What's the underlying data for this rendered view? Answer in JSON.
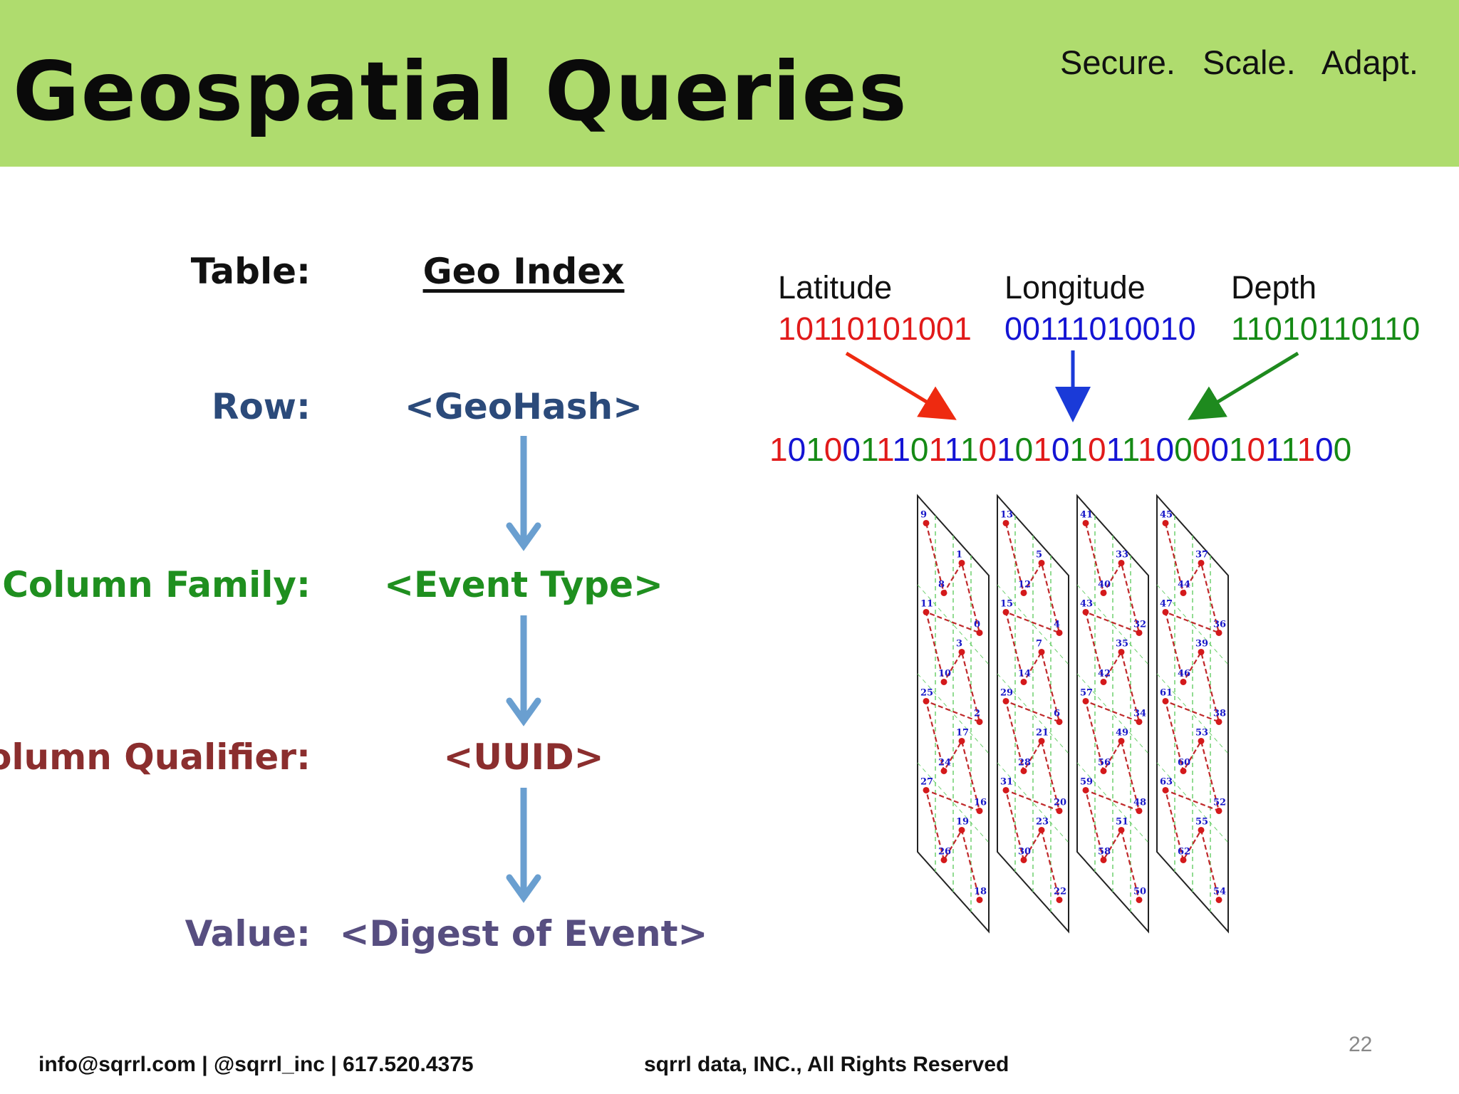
{
  "header": {
    "title": "Geospatial  Queries",
    "taglines": [
      "Secure.",
      "Scale.",
      "Adapt."
    ],
    "background": "#afdc6e"
  },
  "schema": {
    "table_label": "Table:",
    "table_value": "Geo Index",
    "row_label": "Row:",
    "row_value": "<GeoHash>",
    "cf_label": "Column Family:",
    "cf_value": "<Event Type>",
    "cq_label": "Column Qualifier:",
    "cq_value": "<UUID>",
    "value_label": "Value:",
    "value_value": "<Digest of Event>"
  },
  "encoding": {
    "latitude_label": "Latitude",
    "latitude_bits": "10110101001",
    "longitude_label": "Longitude",
    "longitude_bits": "00111010010",
    "depth_label": "Depth",
    "depth_bits": "11010110110",
    "interleaved": "101001110111010101011100001011100"
  },
  "grid_labels": [
    [
      "9",
      "8",
      "1",
      "0",
      "11",
      "10",
      "3",
      "2",
      "25",
      "24",
      "17",
      "16",
      "27",
      "26",
      "19",
      "18"
    ],
    [
      "13",
      "12",
      "5",
      "4",
      "15",
      "14",
      "7",
      "6",
      "29",
      "28",
      "21",
      "20",
      "31",
      "30",
      "23",
      "22"
    ],
    [
      "41",
      "40",
      "33",
      "32",
      "43",
      "42",
      "35",
      "34",
      "57",
      "56",
      "49",
      "48",
      "59",
      "58",
      "51",
      "50"
    ],
    [
      "45",
      "44",
      "37",
      "36",
      "47",
      "46",
      "39",
      "38",
      "61",
      "60",
      "53",
      "52",
      "63",
      "62",
      "55",
      "54"
    ]
  ],
  "footer": {
    "contact": "info@sqrrl.com  |  @sqrrl_inc  |  617.520.4375",
    "company": "sqrrl  data,  INC.,    All  Rights  Reserved",
    "page": "22"
  }
}
